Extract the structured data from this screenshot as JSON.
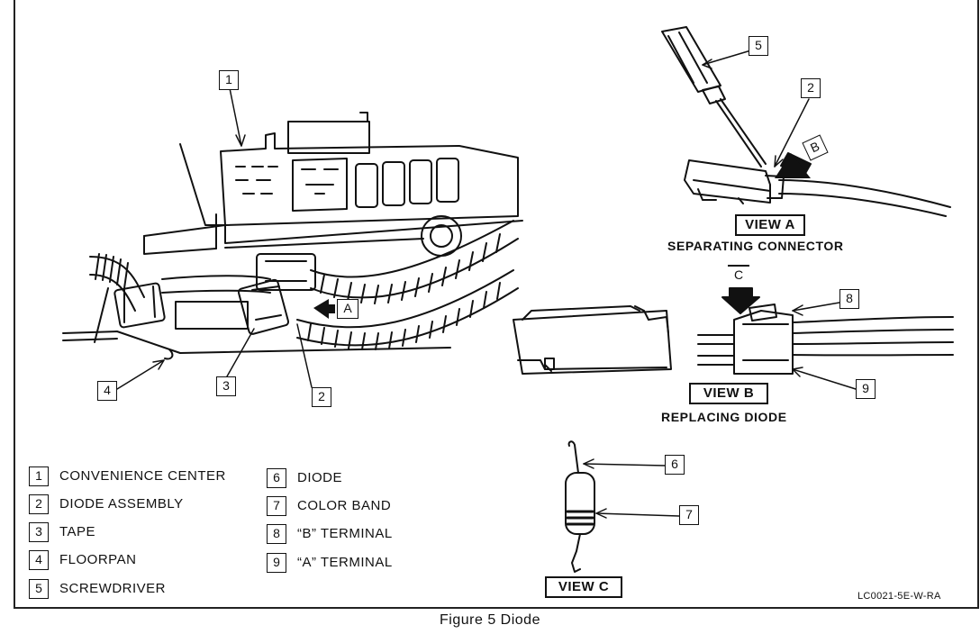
{
  "figure": {
    "caption": "Figure 5 Diode",
    "code": "LC0021-5E-W-RA"
  },
  "views": {
    "view_a": {
      "label": "VIEW A",
      "subtitle": "SEPARATING CONNECTOR"
    },
    "view_b": {
      "label": "VIEW B",
      "subtitle": "REPLACING DIODE"
    },
    "view_c": {
      "label": "VIEW C"
    }
  },
  "arrows": {
    "a": "A",
    "b": "B",
    "c": "C"
  },
  "callouts": [
    "1",
    "2",
    "3",
    "4",
    "5",
    "2",
    "6",
    "7",
    "8",
    "9"
  ],
  "legend": [
    {
      "num": "1",
      "label": "CONVENIENCE CENTER"
    },
    {
      "num": "2",
      "label": "DIODE ASSEMBLY"
    },
    {
      "num": "3",
      "label": "TAPE"
    },
    {
      "num": "4",
      "label": "FLOORPAN"
    },
    {
      "num": "5",
      "label": "SCREWDRIVER"
    },
    {
      "num": "6",
      "label": "DIODE"
    },
    {
      "num": "7",
      "label": "COLOR BAND"
    },
    {
      "num": "8",
      "label": "“B” TERMINAL"
    },
    {
      "num": "9",
      "label": "“A” TERMINAL"
    }
  ]
}
